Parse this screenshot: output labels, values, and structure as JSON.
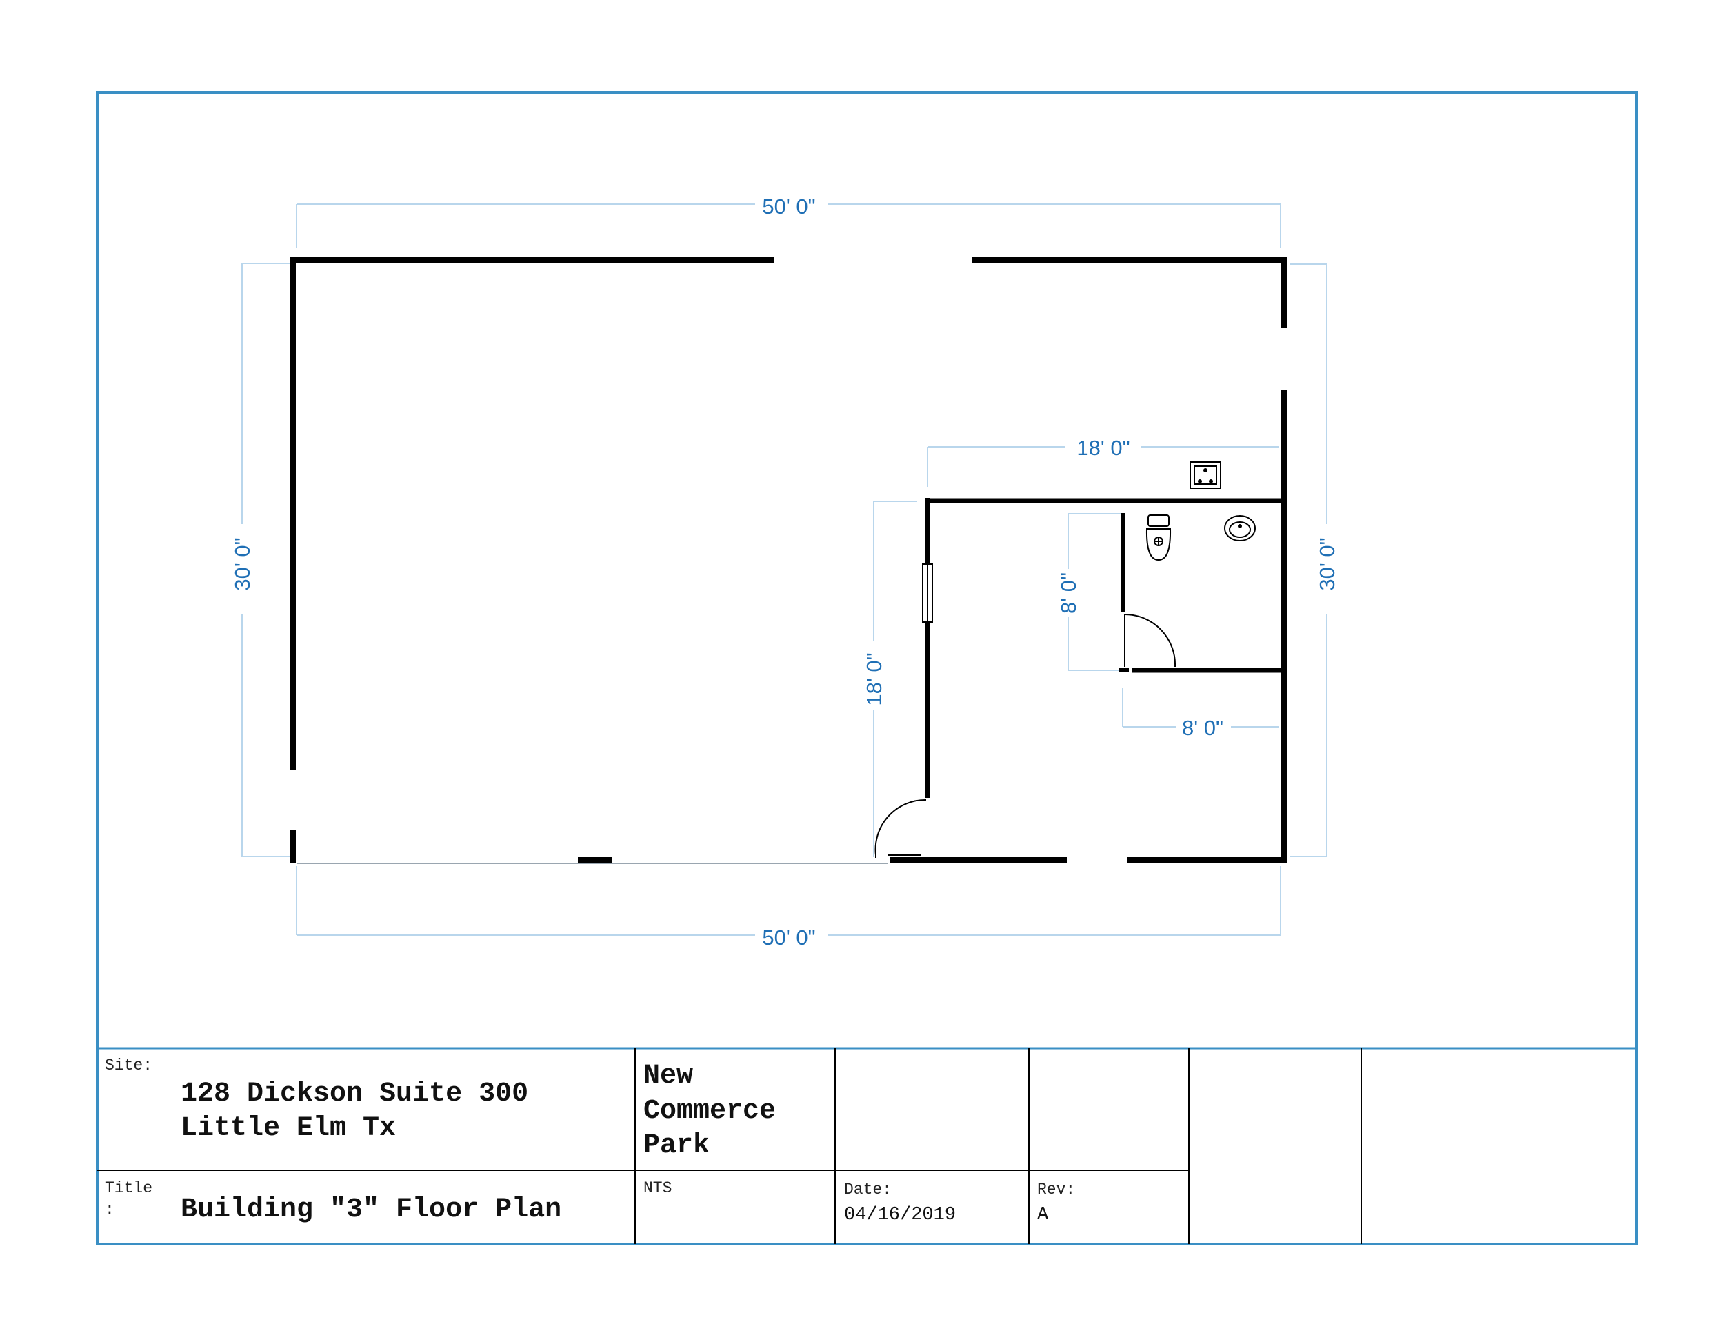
{
  "dimensions": {
    "top": "50' 0\"",
    "bottom": "50' 0\"",
    "left": "30' 0\"",
    "right": "30' 0\"",
    "office_width": "18' 0\"",
    "office_depth": "18' 0\"",
    "restroom_depth": "8' 0\"",
    "restroom_width": "8' 0\""
  },
  "title_block": {
    "site_label": "Site:",
    "site_line1": "128 Dickson Suite 300",
    "site_line2": "Little Elm Tx",
    "project_line1": "New",
    "project_line2": "Commerce",
    "project_line3": "Park",
    "title_label_line1": "Title",
    "title_label_line2": ":",
    "title_value": "Building \"3\" Floor Plan",
    "scale_value": "NTS",
    "date_label": "Date:",
    "date_value": "04/16/2019",
    "rev_label": "Rev:",
    "rev_value": "A"
  },
  "colors": {
    "border": "#3a8fc4",
    "dimension": "#1f6fb5",
    "wall": "#000000"
  }
}
